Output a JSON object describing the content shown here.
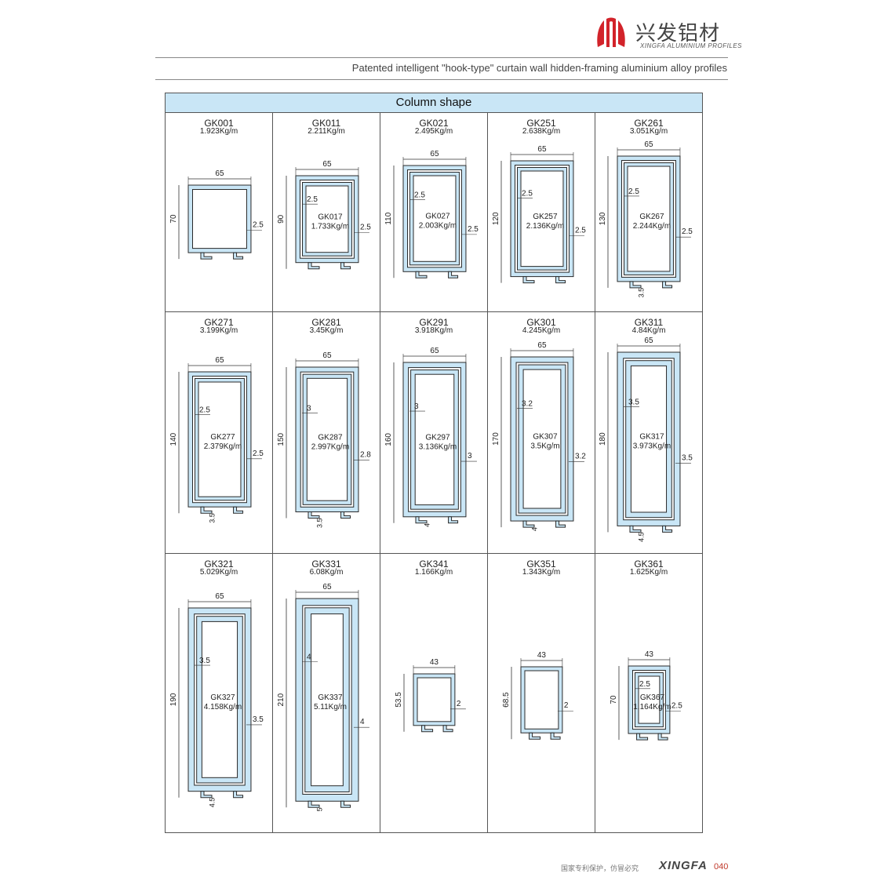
{
  "header": {
    "brand_cn": "兴发铝材",
    "brand_en": "XINGFA ALUMINIUM PROFILES",
    "subtitle": "Patented intelligent \"hook-type\" curtain wall hidden-framing aluminium alloy profiles"
  },
  "table": {
    "title": "Column shape",
    "profiles": [
      {
        "code": "GK001",
        "weight": "1.923Kg/m",
        "width": "65",
        "height": "70",
        "wall": "2.5"
      },
      {
        "code": "GK011",
        "weight": "2.211Kg/m",
        "width": "65",
        "height": "90",
        "wall": "2.5",
        "inner_wall": "2.5",
        "inner_code": "GK017",
        "inner_weight": "1.733Kg/m"
      },
      {
        "code": "GK021",
        "weight": "2.495Kg/m",
        "width": "65",
        "height": "110",
        "wall": "2.5",
        "inner_wall": "2.5",
        "inner_code": "GK027",
        "inner_weight": "2.003Kg/m"
      },
      {
        "code": "GK251",
        "weight": "2.638Kg/m",
        "width": "65",
        "height": "120",
        "wall": "2.5",
        "inner_wall": "2.5",
        "inner_code": "GK257",
        "inner_weight": "2.136Kg/m"
      },
      {
        "code": "GK261",
        "weight": "3.051Kg/m",
        "width": "65",
        "height": "130",
        "wall": "2.5",
        "inner_wall": "2.5",
        "inner_code": "GK267",
        "inner_weight": "2.244Kg/m",
        "bottom": "3.5"
      },
      {
        "code": "GK271",
        "weight": "3.199Kg/m",
        "width": "65",
        "height": "140",
        "wall": "2.5",
        "inner_wall": "2.5",
        "inner_code": "GK277",
        "inner_weight": "2.379Kg/m",
        "bottom": "3.5"
      },
      {
        "code": "GK281",
        "weight": "3.45Kg/m",
        "width": "65",
        "height": "150",
        "wall": "2.8",
        "inner_wall": "3",
        "inner_code": "GK287",
        "inner_weight": "2.997Kg/m",
        "bottom": "3.5"
      },
      {
        "code": "GK291",
        "weight": "3.918Kg/m",
        "width": "65",
        "height": "160",
        "wall": "3",
        "inner_wall": "3",
        "inner_code": "GK297",
        "inner_weight": "3.136Kg/m",
        "bottom": "4"
      },
      {
        "code": "GK301",
        "weight": "4.245Kg/m",
        "width": "65",
        "height": "170",
        "wall": "3.2",
        "inner_wall": "3.2",
        "inner_code": "GK307",
        "inner_weight": "3.5Kg/m",
        "bottom": "4"
      },
      {
        "code": "GK311",
        "weight": "4.84Kg/m",
        "width": "65",
        "height": "180",
        "wall": "3.5",
        "inner_wall": "3.5",
        "inner_code": "GK317",
        "inner_weight": "3.973Kg/m",
        "bottom": "4.5"
      },
      {
        "code": "GK321",
        "weight": "5.029Kg/m",
        "width": "65",
        "height": "190",
        "wall": "3.5",
        "inner_wall": "3.5",
        "inner_code": "GK327",
        "inner_weight": "4.158Kg/m",
        "bottom": "4.5"
      },
      {
        "code": "GK331",
        "weight": "6.08Kg/m",
        "width": "65",
        "height": "210",
        "wall": "4",
        "inner_wall": "4",
        "inner_code": "GK337",
        "inner_weight": "5.11Kg/m",
        "bottom": "5"
      },
      {
        "code": "GK341",
        "weight": "1.166Kg/m",
        "width": "43",
        "height": "53.5",
        "wall": "2"
      },
      {
        "code": "GK351",
        "weight": "1.343Kg/m",
        "width": "43",
        "height": "68.5",
        "wall": "2"
      },
      {
        "code": "GK361",
        "weight": "1.625Kg/m",
        "width": "43",
        "height": "70",
        "wall": "2.5",
        "inner_wall": "2.5",
        "inner_code": "GK367",
        "inner_weight": "1.164Kg/m"
      }
    ]
  },
  "footer": {
    "notice_cn": "国家专利保护，仿冒必究",
    "brand": "XINGFA",
    "page": "040"
  },
  "colors": {
    "profile_fill": "#c9e6f6",
    "profile_stroke": "#2a2a2a",
    "table_header": "#c9e6f6",
    "logo_red": "#d2232a",
    "page_number": "#c0392b"
  }
}
